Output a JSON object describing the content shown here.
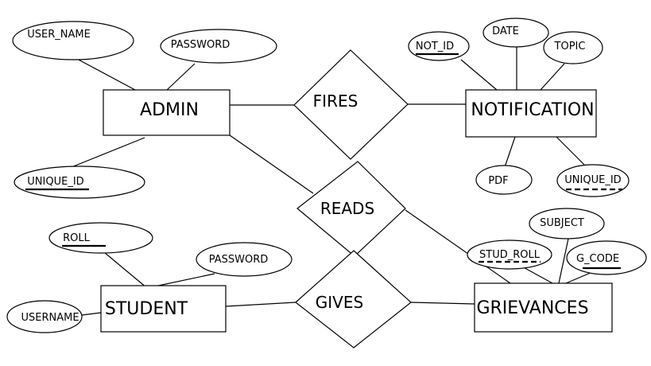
{
  "entities": {
    "admin": "ADMIN",
    "notification": "NOTIFICATION",
    "student": "STUDENT",
    "grievances": "GRIEVANCES"
  },
  "relationships": {
    "fires": "FIRES",
    "reads": "READS",
    "gives": "GIVES"
  },
  "attributes": {
    "admin_user_name": "USER_NAME",
    "admin_password": "PASSWORD",
    "admin_unique_id": "UNIQUE_ID",
    "notif_not_id": "NOT_ID",
    "notif_date": "DATE",
    "notif_topic": "TOPIC",
    "notif_pdf": "PDF",
    "notif_unique_id": "UNIQUE_ID",
    "student_roll": "ROLL",
    "student_password": "PASSWORD",
    "student_username": "USERNAME",
    "griev_subject": "SUBJECT",
    "griev_stud_roll": "STUD_ROLL",
    "griev_g_code": "G_CODE"
  }
}
